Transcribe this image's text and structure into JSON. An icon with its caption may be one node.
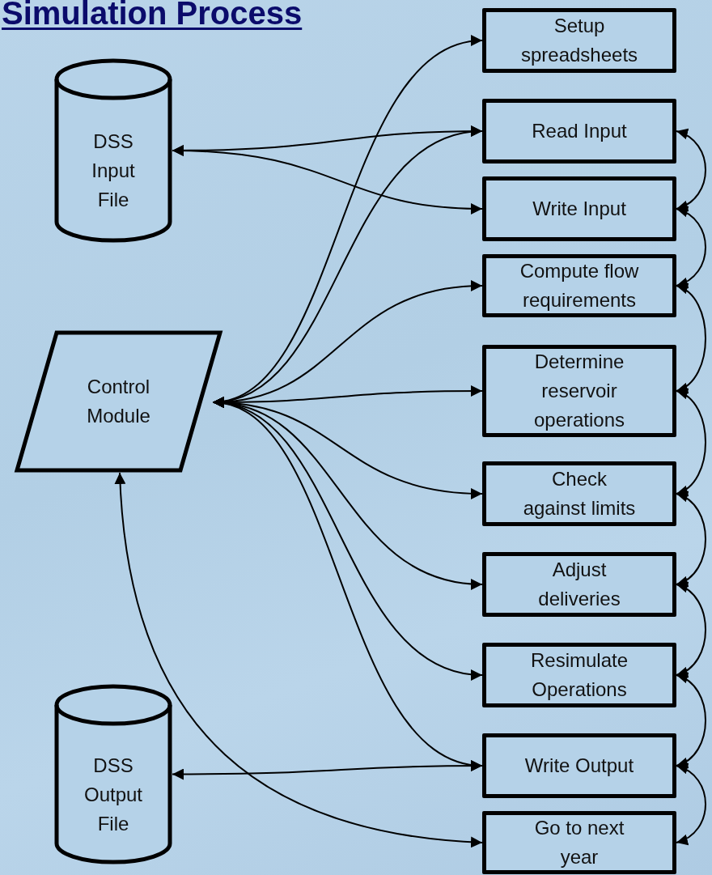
{
  "diagram": {
    "title": "Simulation Process",
    "nodes": [
      {
        "text": [
          "DSS Input File"
        ]
      },
      {
        "text": [
          "Control Module"
        ]
      },
      {
        "text": [
          "DSS Output File"
        ]
      },
      {
        "text": [
          "Setup spreadsheets"
        ]
      },
      {
        "text": [
          "Read Input"
        ]
      },
      {
        "text": [
          "Write Input"
        ]
      },
      {
        "text": [
          "Compute flow requirements"
        ]
      },
      {
        "text": [
          "Determine reservoir operations"
        ]
      },
      {
        "text": [
          "Check against limits"
        ]
      },
      {
        "text": [
          "Adjust deliveries"
        ]
      },
      {
        "text": [
          "Resimulate Operations"
        ]
      },
      {
        "text": [
          "Write Output"
        ]
      },
      {
        "text": [
          "Go to next year"
        ]
      }
    ],
    "edges": [
      {
        "from": 1,
        "to": 3,
        "arrow": "both"
      },
      {
        "from": 1,
        "to": 4,
        "arrow": "both"
      },
      {
        "from": 0,
        "to": 4,
        "arrow": "both"
      },
      {
        "from": 0,
        "to": 5,
        "arrow": "both"
      },
      {
        "from": 1,
        "to": 6,
        "arrow": "both"
      },
      {
        "from": 1,
        "to": 7,
        "arrow": "both"
      },
      {
        "from": 1,
        "to": 8,
        "arrow": "both"
      },
      {
        "from": 1,
        "to": 9,
        "arrow": "both"
      },
      {
        "from": 1,
        "to": 10,
        "arrow": "both"
      },
      {
        "from": 1,
        "to": 11,
        "arrow": "both"
      },
      {
        "from": 2,
        "to": 11,
        "arrow": "both"
      },
      {
        "from": 1,
        "to": 12,
        "arrow": "both"
      },
      {
        "from": 4,
        "to": 5,
        "arrow": "both"
      },
      {
        "from": 5,
        "to": 6,
        "arrow": "both"
      },
      {
        "from": 6,
        "to": 7,
        "arrow": "both"
      },
      {
        "from": 7,
        "to": 8,
        "arrow": "both"
      },
      {
        "from": 8,
        "to": 9,
        "arrow": "both"
      },
      {
        "from": 9,
        "to": 10,
        "arrow": "both"
      },
      {
        "from": 10,
        "to": 11,
        "arrow": "both"
      },
      {
        "from": 11,
        "to": 12,
        "arrow": "both"
      }
    ]
  }
}
